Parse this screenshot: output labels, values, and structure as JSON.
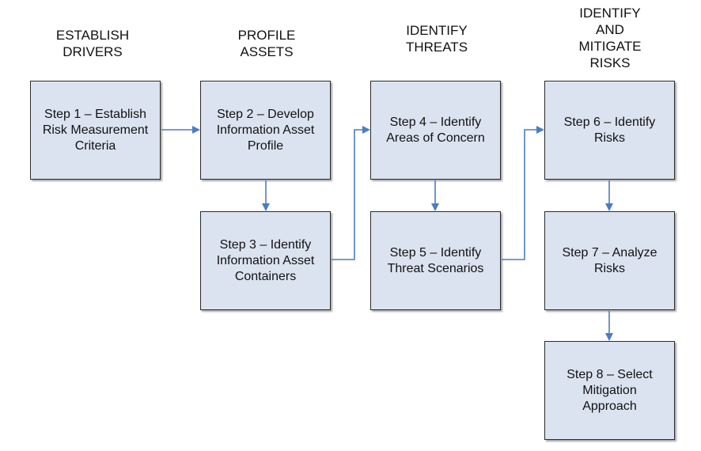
{
  "phases": [
    {
      "label": "ESTABLISH\nDRIVERS"
    },
    {
      "label": "PROFILE\nASSETS"
    },
    {
      "label": "IDENTIFY\nTHREATS"
    },
    {
      "label": "IDENTIFY\nAND\nMITIGATE\nRISKS"
    }
  ],
  "steps": [
    {
      "label": "Step 1 – Establish\nRisk Measurement\nCriteria"
    },
    {
      "label": "Step 2 – Develop\nInformation Asset\nProfile"
    },
    {
      "label": "Step 3 – Identify\nInformation Asset\nContainers"
    },
    {
      "label": "Step 4 – Identify\nAreas of Concern"
    },
    {
      "label": "Step 5 – Identify\nThreat Scenarios"
    },
    {
      "label": "Step 6 – Identify\nRisks"
    },
    {
      "label": "Step 7 – Analyze\nRisks"
    },
    {
      "label": "Step 8 – Select\nMitigation\nApproach"
    }
  ],
  "colors": {
    "box_fill": "#dce3f0",
    "arrow": "#4a7cc7",
    "border": "#2b2b2b"
  }
}
